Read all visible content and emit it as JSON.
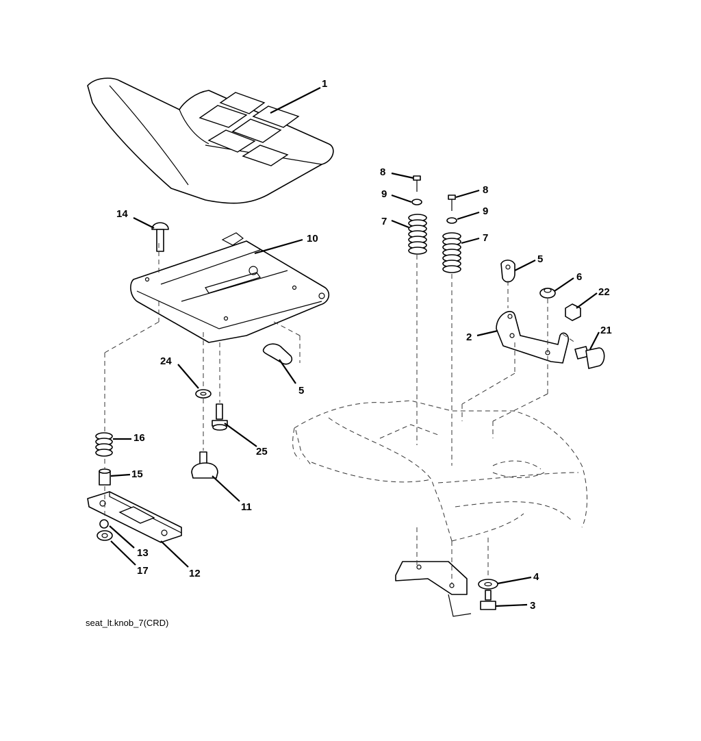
{
  "diagram": {
    "caption": "seat_lt.knob_7(CRD)",
    "callouts": {
      "c1": "1",
      "c14": "14",
      "c10": "10",
      "c5a": "5",
      "c24": "24",
      "c25": "25",
      "c16": "16",
      "c15": "15",
      "c11": "11",
      "c13": "13",
      "c17": "17",
      "c12": "12",
      "c8a": "8",
      "c9a": "9",
      "c7a": "7",
      "c8b": "8",
      "c9b": "9",
      "c7b": "7",
      "c5b": "5",
      "c6": "6",
      "c22": "22",
      "c2": "2",
      "c21": "21",
      "c4": "4",
      "c3": "3"
    }
  }
}
